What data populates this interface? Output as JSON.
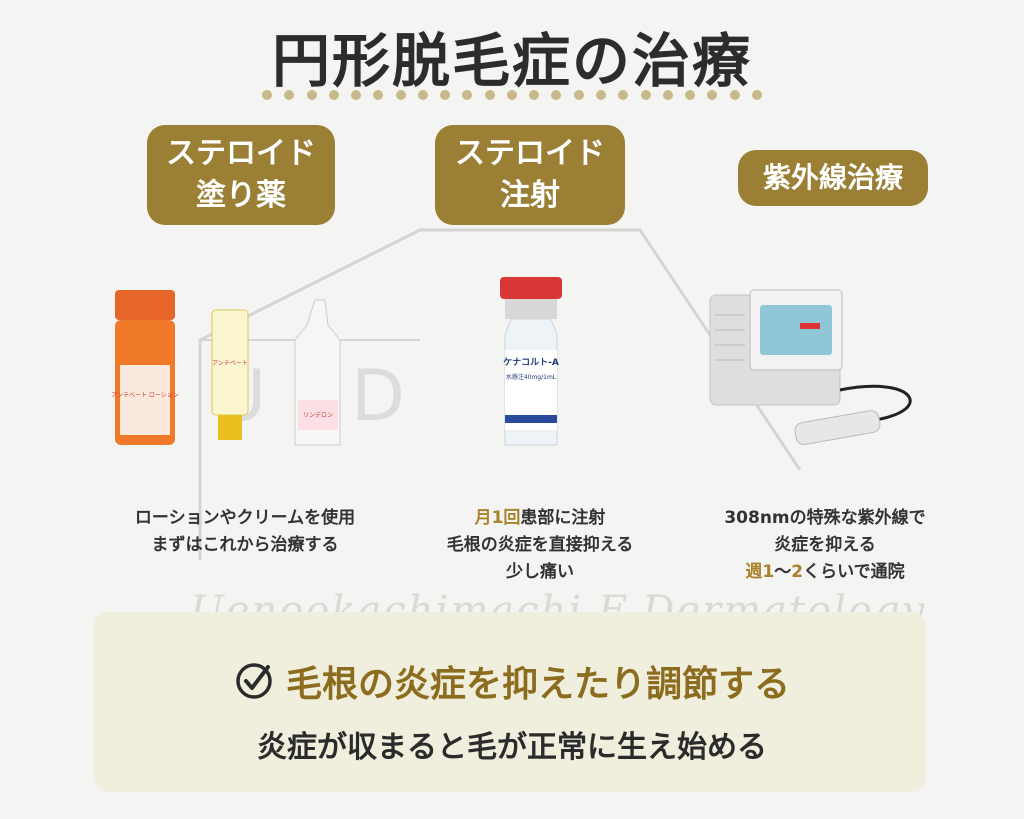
{
  "title": "円形脱毛症の治療",
  "treatments": [
    {
      "badge_line1": "ステロイド",
      "badge_line2": "塗り薬"
    },
    {
      "badge_line1": "ステロイド",
      "badge_line2": "注射"
    },
    {
      "badge_line1": "紫外線治療"
    }
  ],
  "descriptions": {
    "topical": {
      "line1": "ローションやクリームを使用",
      "line2": "まずはこれから治療する"
    },
    "injection": {
      "line1_hl": "月1回",
      "line1_rest": "患部に注射",
      "line2": "毛根の炎症を直接抑える",
      "line3": "少し痛い"
    },
    "uv": {
      "line1": "308nmの特殊な紫外線で",
      "line2": "炎症を抑える",
      "line3_hl1": "週1",
      "line3_mid": "〜",
      "line3_hl2": "2",
      "line3_rest": "くらいで通院"
    }
  },
  "products": {
    "lotion_label": "アンテベート ローション",
    "cream_label": "アンテベート",
    "bottle_label": "リンデロン",
    "vial_label": "ケナコルト-A",
    "vial_sub": "水懸注40mg/1mL"
  },
  "watermark": {
    "logo": "U F D",
    "text": "Uenookachimachi F Dermatology"
  },
  "summary": {
    "main": "毛根の炎症を抑えたり調節する",
    "sub": "炎症が収まると毛が正常に生え始める"
  },
  "colors": {
    "gold": "#9a7f35",
    "highlight": "#a8832b",
    "box": "#f0eedc"
  }
}
